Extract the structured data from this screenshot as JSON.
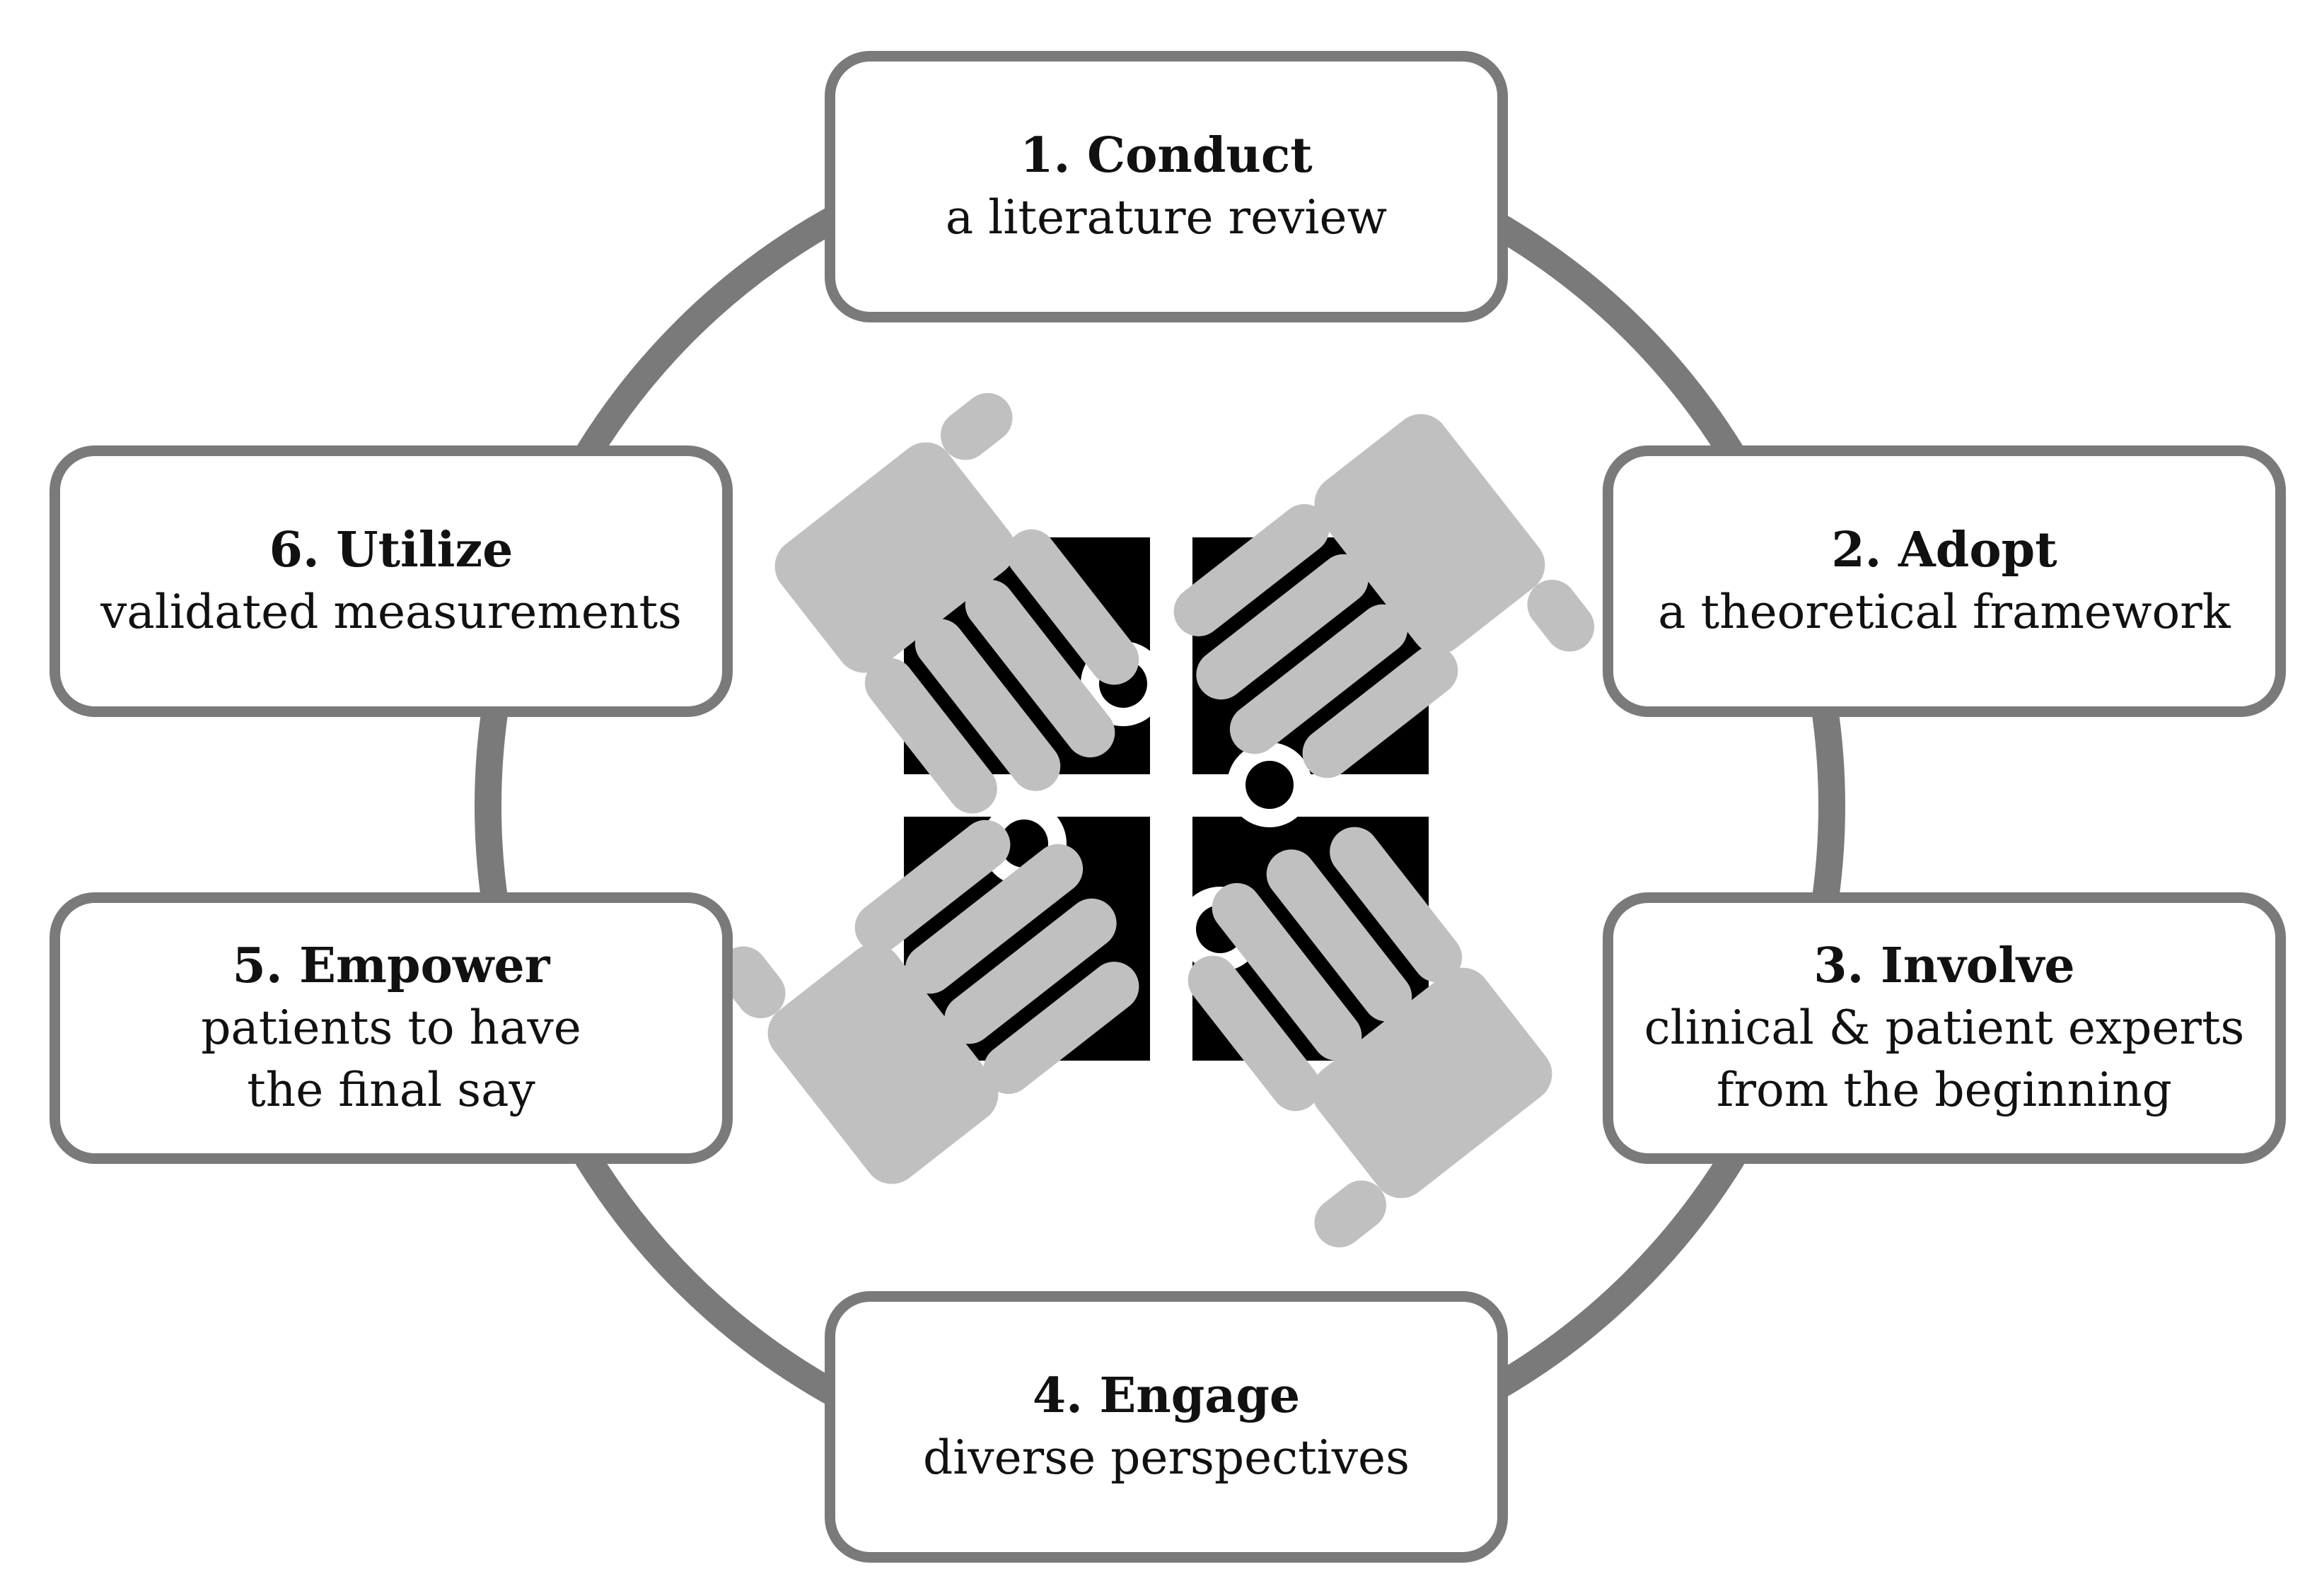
{
  "colors": {
    "ring": "#7a7a7a",
    "box_border": "#7a7a7a",
    "puzzle": "#000000",
    "hands": "#c0c0c0",
    "text": "#111111"
  },
  "center_graphic": {
    "icon": "puzzle-hands-icon"
  },
  "steps": [
    {
      "title": "1. Conduct",
      "lines": [
        "a literature review"
      ]
    },
    {
      "title": "2. Adopt",
      "lines": [
        "a theoretical framework"
      ]
    },
    {
      "title": "3. Involve",
      "lines": [
        "clinical & patient experts",
        "from the beginning"
      ]
    },
    {
      "title": "4. Engage",
      "lines": [
        "diverse perspectives"
      ]
    },
    {
      "title": "5. Empower",
      "lines": [
        "patients to have",
        "the final say"
      ]
    },
    {
      "title": "6. Utilize",
      "lines": [
        "validated measurements"
      ]
    }
  ]
}
